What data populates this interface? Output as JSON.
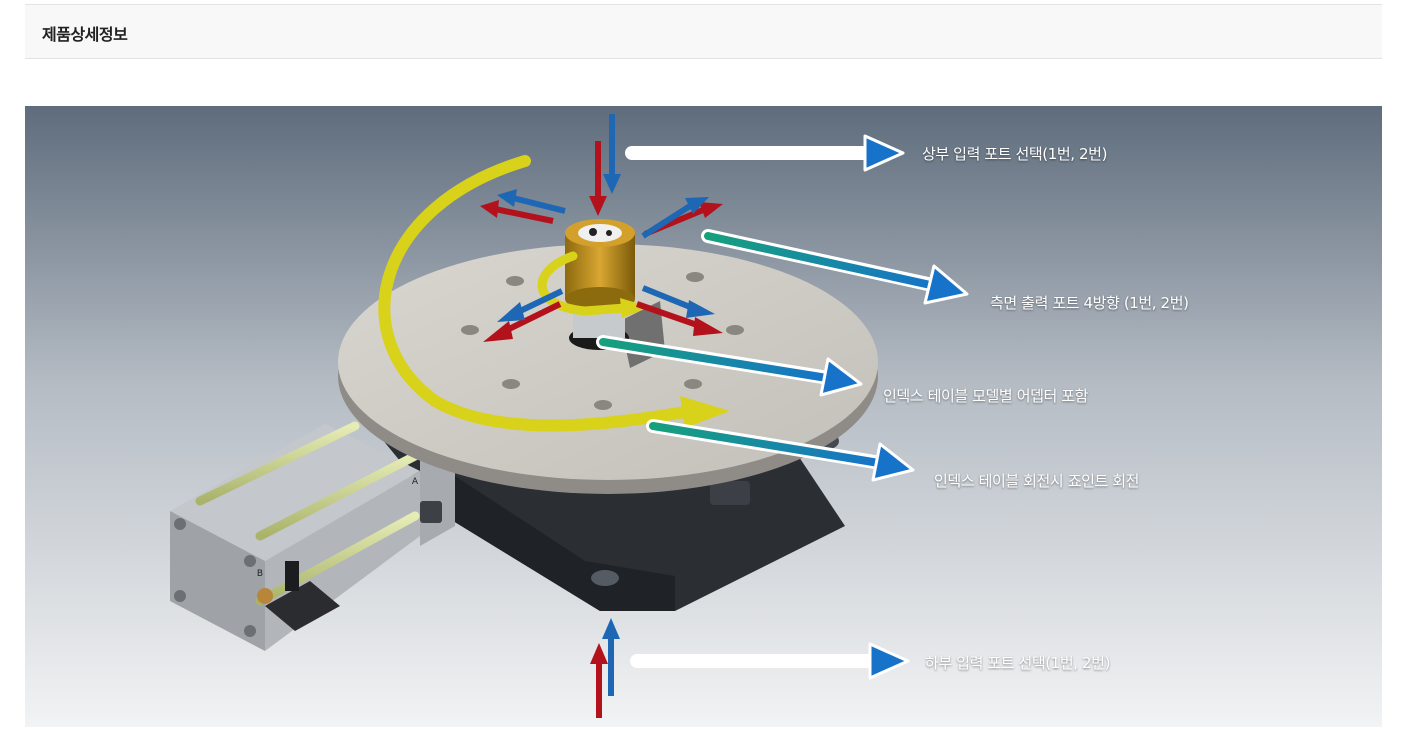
{
  "section": {
    "title": "제품상세정보"
  },
  "figure": {
    "callouts": {
      "top_input": "상부 입력 포트 선택(1번, 2번)",
      "side_output": "측면 출력 포트 4방향 (1번, 2번)",
      "adapter": "인덱스 테이블 모델별 어뎁터 포함",
      "rotation": "인덱스 테이블 회전시 죠인트 회전",
      "bottom_input": "하부 입력 포트 선택(1번, 2번)"
    },
    "cylinder_markers": {
      "a": "A",
      "b": "B"
    },
    "colors": {
      "background_top": "#5e6c7c",
      "background_bottom": "#f2f3f4",
      "arrow_red": "#b3121c",
      "arrow_blue": "#1d67b4",
      "callout_arrow_start": "#17a07c",
      "callout_arrow_end": "#1773c9",
      "rotation_arrow": "#d8d21a"
    }
  }
}
